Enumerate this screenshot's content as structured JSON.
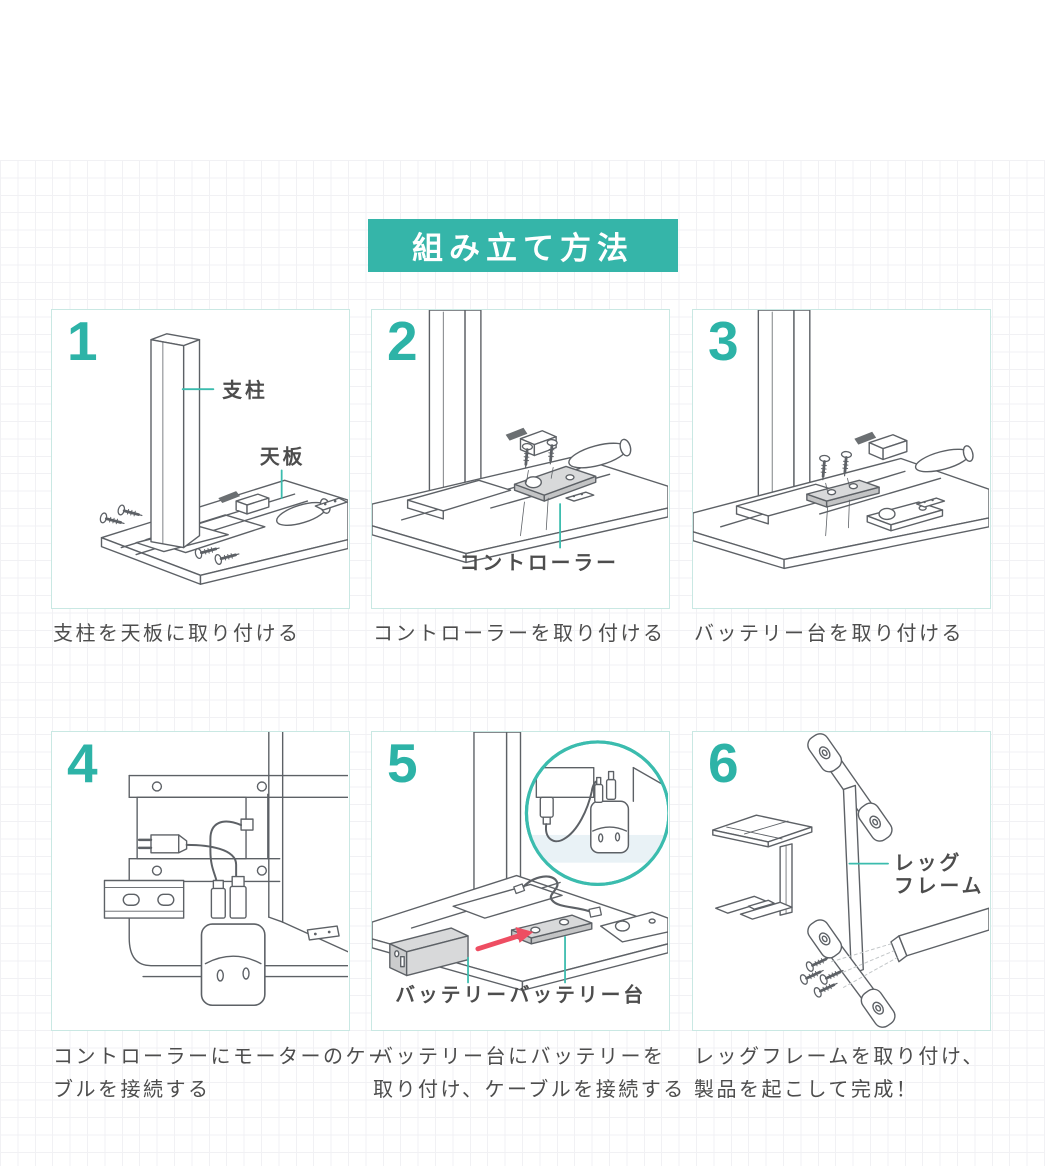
{
  "page": {
    "banner_title": "組み立て方法"
  },
  "colors": {
    "accent_teal": "#35b5a9",
    "caption_gray": "#4d4d4d",
    "line_gray": "#5d6166",
    "part_fill_gray": "#d8d9da",
    "arrow_red": "#ee4d62",
    "panel_border": "#c9e8e3"
  },
  "steps": [
    {
      "number": "1",
      "caption_lines": [
        "支柱を天板に取り付ける"
      ],
      "labels": {
        "post": "支柱",
        "tabletop": "天板"
      }
    },
    {
      "number": "2",
      "caption_lines": [
        "コントローラーを取り付ける"
      ],
      "labels": {
        "controller": "コントローラー"
      }
    },
    {
      "number": "3",
      "caption_lines": [
        "バッテリー台を取り付ける"
      ],
      "labels": {}
    },
    {
      "number": "4",
      "caption_lines": [
        "コントローラーにモーターのケー",
        "ブルを接続する"
      ],
      "labels": {}
    },
    {
      "number": "5",
      "caption_lines": [
        "バッテリー台にバッテリーを",
        "取り付け、ケーブルを接続する"
      ],
      "labels": {
        "battery": "バッテリー",
        "battery_stand": "バッテリー台"
      }
    },
    {
      "number": "6",
      "caption_lines": [
        "レッグフレームを取り付け、",
        "製品を起こして完成！"
      ],
      "labels": {
        "leg_frame_line1": "レッグ",
        "leg_frame_line2": "フレーム"
      }
    }
  ]
}
